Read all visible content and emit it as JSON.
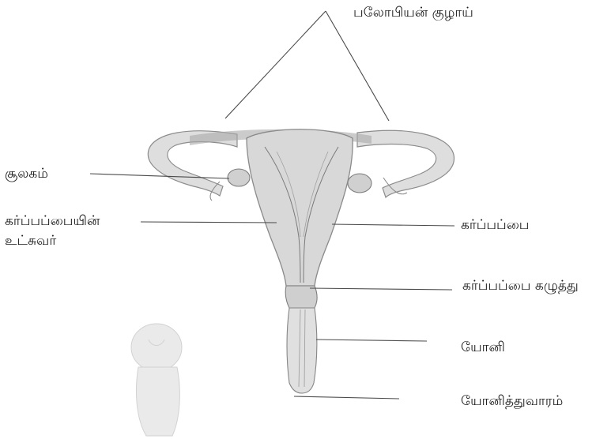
{
  "labels": {
    "fallopian_tube": "பலோபியன் குழாய்",
    "ovary": "சூலகம்",
    "uterine_wall_line1": "கர்ப்பப்பையின்",
    "uterine_wall_line2": "உட்சுவர்",
    "uterus": "கர்ப்பப்பை",
    "cervix": "கர்ப்பப்பை கழுத்து",
    "vagina": "யோனி",
    "vaginal_opening": "யோனித்துவாரம்"
  },
  "colors": {
    "line": "#4a4a4a",
    "organ_fill": "#dcdcdc",
    "organ_stroke": "#9a9a9a",
    "text": "#1a1a1a"
  }
}
